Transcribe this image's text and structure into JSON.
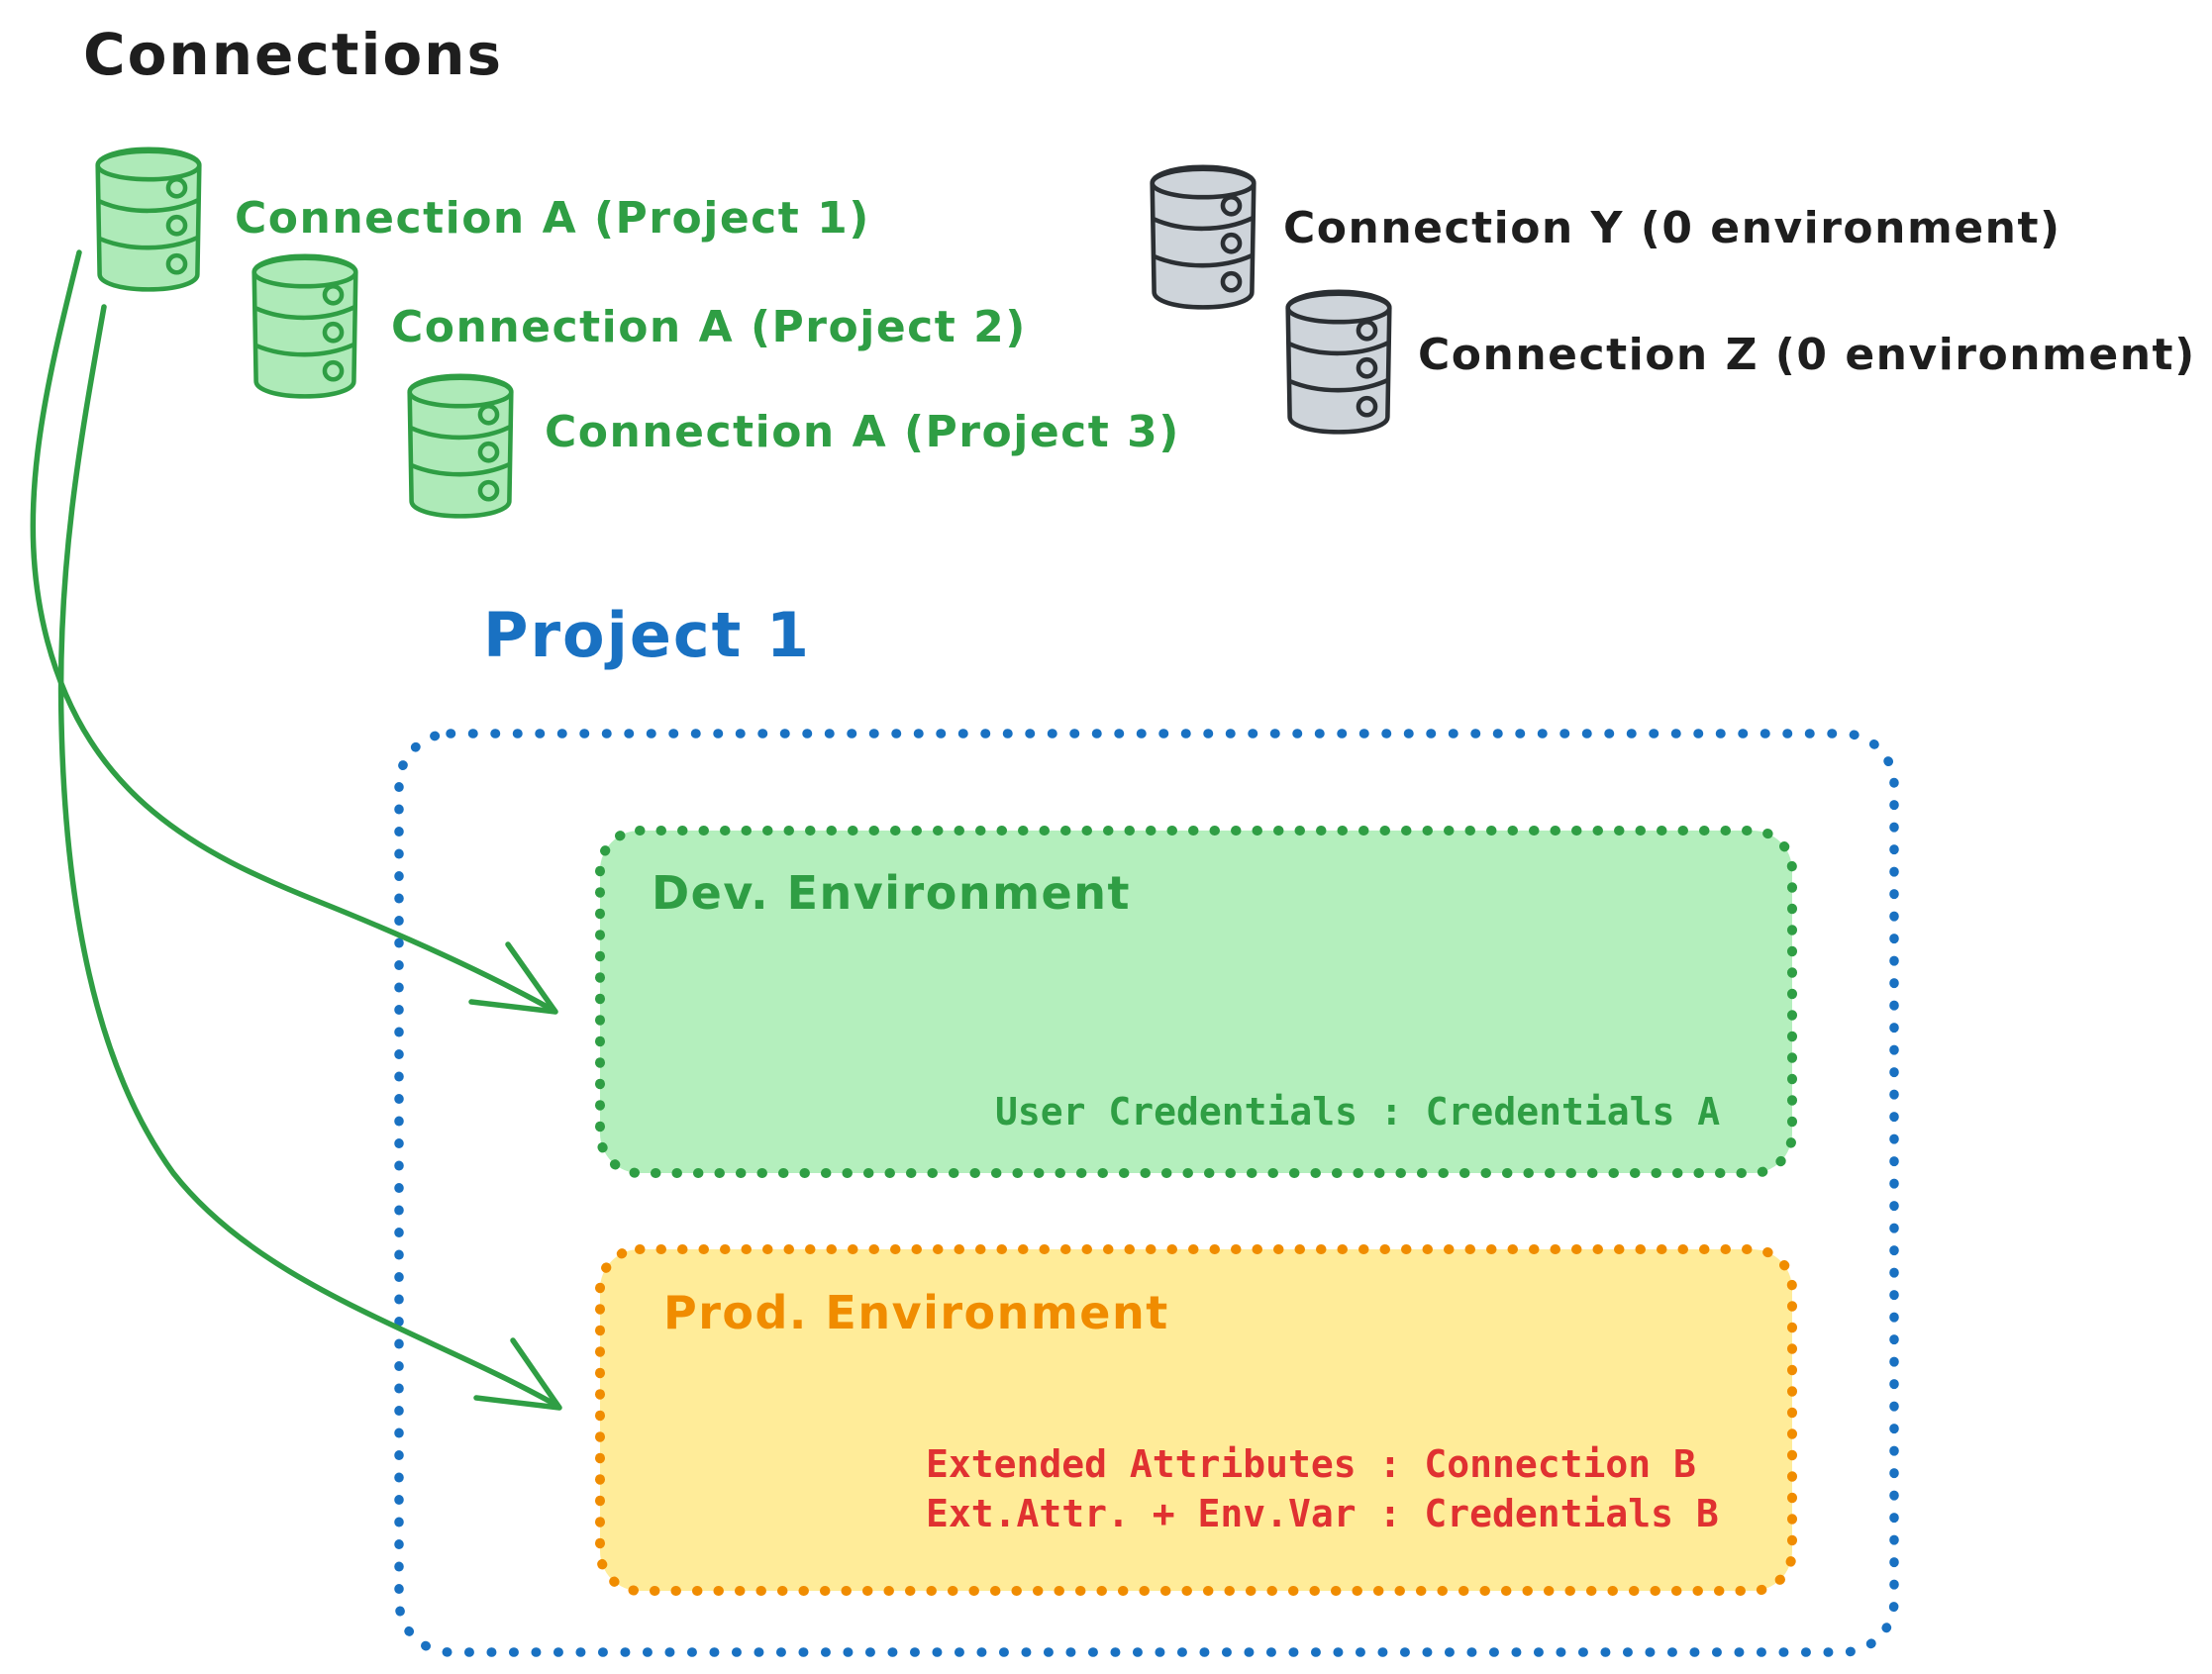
{
  "header": {
    "title": "Connections"
  },
  "connections": {
    "project_a": [
      {
        "label": "Connection A (Project 1)"
      },
      {
        "label": "Connection A (Project 2)"
      },
      {
        "label": "Connection A (Project 3)"
      }
    ],
    "other": [
      {
        "label": "Connection Y (0 environment)"
      },
      {
        "label": "Connection Z (0 environment)"
      }
    ]
  },
  "project": {
    "title": "Project 1",
    "dev": {
      "title": "Dev. Environment",
      "credentials": "User Credentials : Credentials A"
    },
    "prod": {
      "title": "Prod. Environment",
      "lines": [
        "Extended Attributes : Connection B",
        "Ext.Attr. + Env.Var : Credentials B"
      ]
    }
  },
  "palette": {
    "ink": "#1e1e1e",
    "green_stroke": "#2f9e44",
    "green_fill": "#b2f2bb",
    "gray_fill": "#ced4da",
    "gray_stroke": "#2b2f33",
    "blue": "#1971c2",
    "orange": "#f08c00",
    "yellow_fill": "#ffec99",
    "red": "#e03131"
  }
}
